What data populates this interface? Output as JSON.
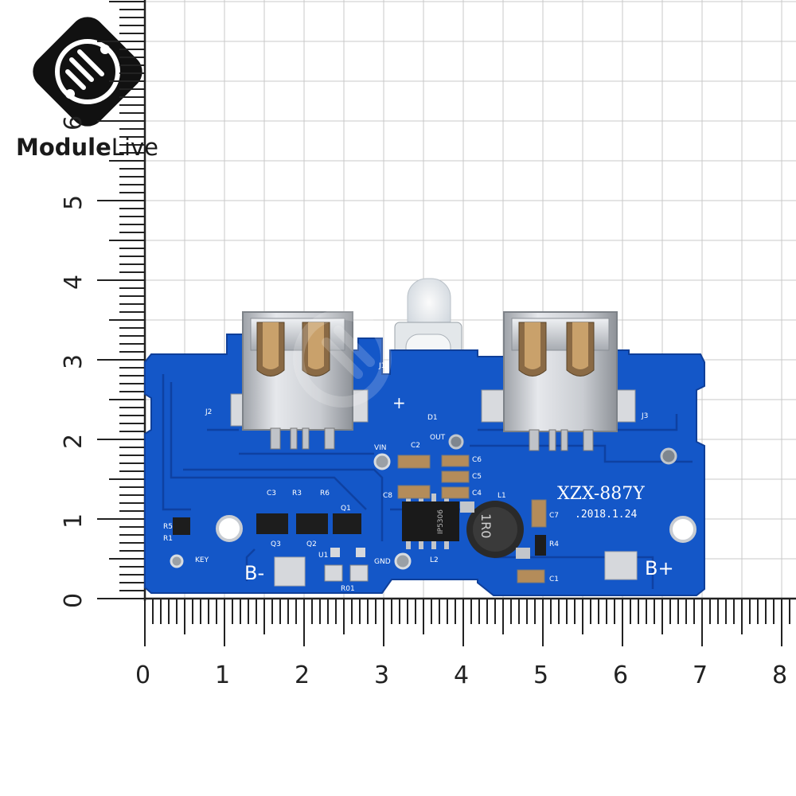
{
  "brand": {
    "name_bold": "Module",
    "name_light": "Live"
  },
  "ruler": {
    "x_labels": [
      "0",
      "1",
      "2",
      "3",
      "4",
      "5",
      "6",
      "7",
      "8"
    ],
    "y_labels": [
      "0",
      "1",
      "2",
      "3",
      "4",
      "5",
      "6"
    ]
  },
  "board": {
    "model": "XZX-887Y",
    "date": ".2018.1.24",
    "pad_minus": "B-",
    "pad_plus": "B+",
    "plus_mark": "+",
    "silkscreen": [
      "J1",
      "J2",
      "J3",
      "D1",
      "OUT",
      "VIN",
      "C2",
      "C3",
      "C4",
      "C5",
      "C6",
      "C7",
      "C8",
      "C1",
      "L1",
      "L2",
      "R1",
      "R3",
      "R4",
      "R5",
      "R6",
      "Q1",
      "Q2",
      "Q3",
      "U1",
      "R01",
      "GND",
      "KEY"
    ],
    "inductor_text": "1R0",
    "ic_text": "IP5306"
  },
  "colors": {
    "pcb": "#1457c8",
    "pcb_edge": "#0f3f99",
    "grid": "#c9c9c9",
    "ruler": "#222222",
    "metal": "#d2d4d8"
  }
}
